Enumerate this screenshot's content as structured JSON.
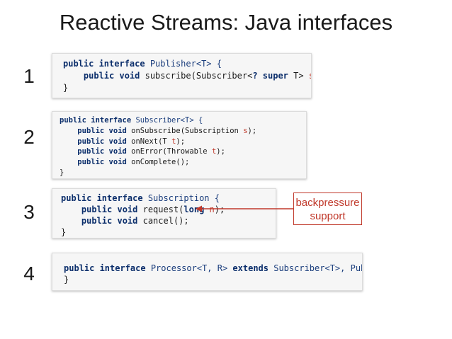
{
  "slide": {
    "title": "Reactive Streams: Java interfaces"
  },
  "numbers": [
    "1",
    "2",
    "3",
    "4"
  ],
  "callout": {
    "line1": "backpressure",
    "line2": "support",
    "color": "#c0392b"
  },
  "code_blocks": [
    {
      "lines": [
        [
          [
            "kw",
            "public interface "
          ],
          [
            "ty",
            "Publisher<T> {"
          ]
        ],
        [
          [
            "nm",
            "    "
          ],
          [
            "kw",
            "public void "
          ],
          [
            "nm",
            "subscribe(Subscriber<"
          ],
          [
            "kw",
            "? super "
          ],
          [
            "nm",
            "T> "
          ],
          [
            "pr",
            "s"
          ],
          [
            "nm",
            ");"
          ]
        ],
        [
          [
            "nm",
            "}"
          ]
        ]
      ]
    },
    {
      "lines": [
        [
          [
            "kw",
            "public interface "
          ],
          [
            "ty",
            "Subscriber<T> {"
          ]
        ],
        [
          [
            "nm",
            "    "
          ],
          [
            "kw",
            "public void "
          ],
          [
            "nm",
            "onSubscribe(Subscription "
          ],
          [
            "pr",
            "s"
          ],
          [
            "nm",
            ");"
          ]
        ],
        [
          [
            "nm",
            "    "
          ],
          [
            "kw",
            "public void "
          ],
          [
            "nm",
            "onNext(T "
          ],
          [
            "pr",
            "t"
          ],
          [
            "nm",
            ");"
          ]
        ],
        [
          [
            "nm",
            "    "
          ],
          [
            "kw",
            "public void "
          ],
          [
            "nm",
            "onError(Throwable "
          ],
          [
            "pr",
            "t"
          ],
          [
            "nm",
            ");"
          ]
        ],
        [
          [
            "nm",
            "    "
          ],
          [
            "kw",
            "public void "
          ],
          [
            "nm",
            "onComplete();"
          ]
        ],
        [
          [
            "nm",
            "}"
          ]
        ]
      ]
    },
    {
      "lines": [
        [
          [
            "kw",
            "public interface "
          ],
          [
            "ty",
            "Subscription {"
          ]
        ],
        [
          [
            "nm",
            "    "
          ],
          [
            "kw",
            "public void "
          ],
          [
            "nm",
            "request("
          ],
          [
            "kw",
            "long "
          ],
          [
            "pr",
            "n"
          ],
          [
            "nm",
            ");"
          ]
        ],
        [
          [
            "nm",
            "    "
          ],
          [
            "kw",
            "public void "
          ],
          [
            "nm",
            "cancel();"
          ]
        ],
        [
          [
            "nm",
            "}"
          ]
        ]
      ]
    },
    {
      "lines": [
        [
          [
            "kw",
            "public interface "
          ],
          [
            "ty",
            "Processor<T, R> "
          ],
          [
            "kw",
            "extends "
          ],
          [
            "ty",
            "Subscriber<T>, Publisher<R> {"
          ]
        ],
        [
          [
            "nm",
            "}"
          ]
        ]
      ]
    }
  ]
}
